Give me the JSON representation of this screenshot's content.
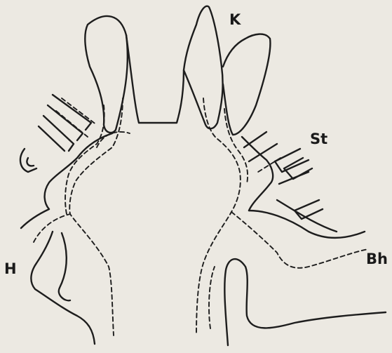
{
  "labels": {
    "k": "K",
    "st": "St",
    "h": "H",
    "bh": "Bh"
  }
}
